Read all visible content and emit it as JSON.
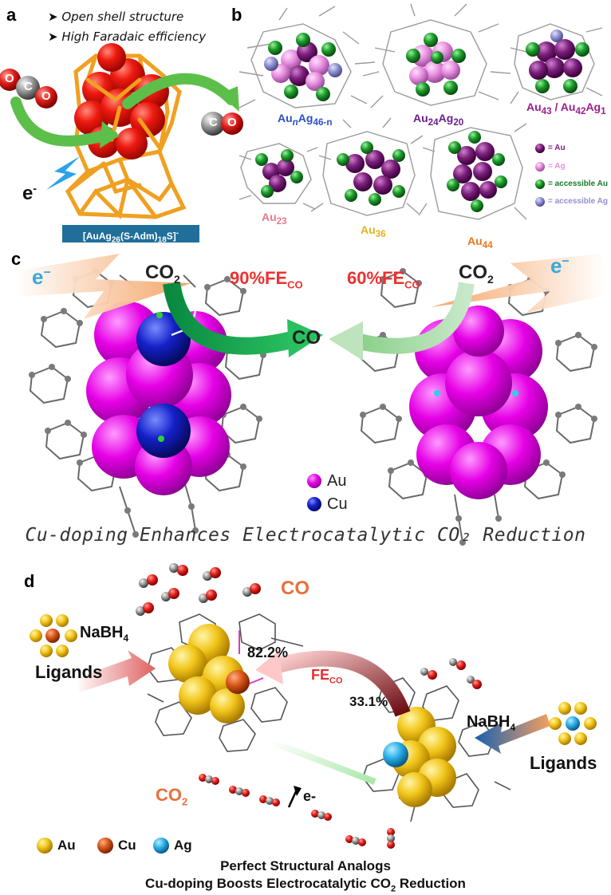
{
  "panel_a": {
    "label": "a",
    "bullets": [
      "Open shell structure",
      "High Faradaic efficiency"
    ],
    "reactant_atoms": [
      "O",
      "C",
      "O"
    ],
    "product_atoms": [
      "C",
      "O"
    ],
    "electron": "e",
    "electron_sup": "-",
    "formula_box": {
      "p1": "[AuAg",
      "sub1": "26",
      "p2": "(S-Adm)",
      "sub2": "18",
      "p3": "S]",
      "sup": "-"
    },
    "colors": {
      "cluster": "#e8140f",
      "frame": "#f0a020",
      "arrow": "#5cbf4a",
      "box": "#1f6f9a"
    }
  },
  "panel_b": {
    "label": "b",
    "clusters": [
      {
        "p1": "Au",
        "p1i": "n",
        "p2": "Ag",
        "sub": "46-n",
        "color": "#2b4fc4"
      },
      {
        "p1": "Au",
        "sub1": "24",
        "p2": "Ag",
        "sub2": "20",
        "color": "#6a1f8a"
      },
      {
        "p1": "Au",
        "sub1": "43",
        "sep": " / ",
        "p2": "Au",
        "sub2": "42",
        "p3": "Ag",
        "sub3": "1",
        "color": "#9b1e8a"
      },
      {
        "p1": "Au",
        "sub1": "23",
        "color": "#e87a88"
      },
      {
        "p1": "Au",
        "sub1": "36",
        "color": "#e8b020"
      },
      {
        "p1": "Au",
        "sub1": "44",
        "color": "#e87820"
      }
    ],
    "legend": [
      {
        "text": "= Au",
        "color": "#7a1f7a"
      },
      {
        "text": "= Ag",
        "color": "#e890e0"
      },
      {
        "text": "= accessible Au",
        "color": "#1a7a2a"
      },
      {
        "text": "= accessible Ag",
        "color": "#9090d0"
      }
    ]
  },
  "panel_c": {
    "label": "c",
    "electron_left": "e",
    "electron_right": "e",
    "electron_sup": "−",
    "co2_left": "CO",
    "co2_right": "CO",
    "co2_sub": "2",
    "fe_left": "90%FE",
    "fe_right": "60%FE",
    "fe_sub": "CO",
    "center_product": "CO",
    "legend": [
      {
        "text": "Au",
        "color": "#e600e6"
      },
      {
        "text": "Cu",
        "color": "#1420c8"
      }
    ],
    "caption": "Cu-doping Enhances Electrocatalytic CO₂ Reduction"
  },
  "panel_d": {
    "label": "d",
    "product": "CO",
    "reagent": "NaBH",
    "reagent_sub": "4",
    "ligands": "Ligands",
    "fe_main": "FE",
    "fe_sub": "CO",
    "percent_left": "82.2%",
    "percent_right": "33.1%",
    "co2": "CO",
    "co2_sub": "2",
    "electron": "e-",
    "legend": [
      {
        "text": "Au",
        "color": "#f2c51a"
      },
      {
        "text": "Cu",
        "color": "#d8561a"
      },
      {
        "text": "Ag",
        "color": "#2ab0e8"
      }
    ],
    "caption_line1": "Perfect Structural Analogs",
    "caption_line2": "Cu-doping Boosts Electrocatalytic CO",
    "caption_line2_sub": "2",
    "caption_line2_end": " Reduction"
  }
}
